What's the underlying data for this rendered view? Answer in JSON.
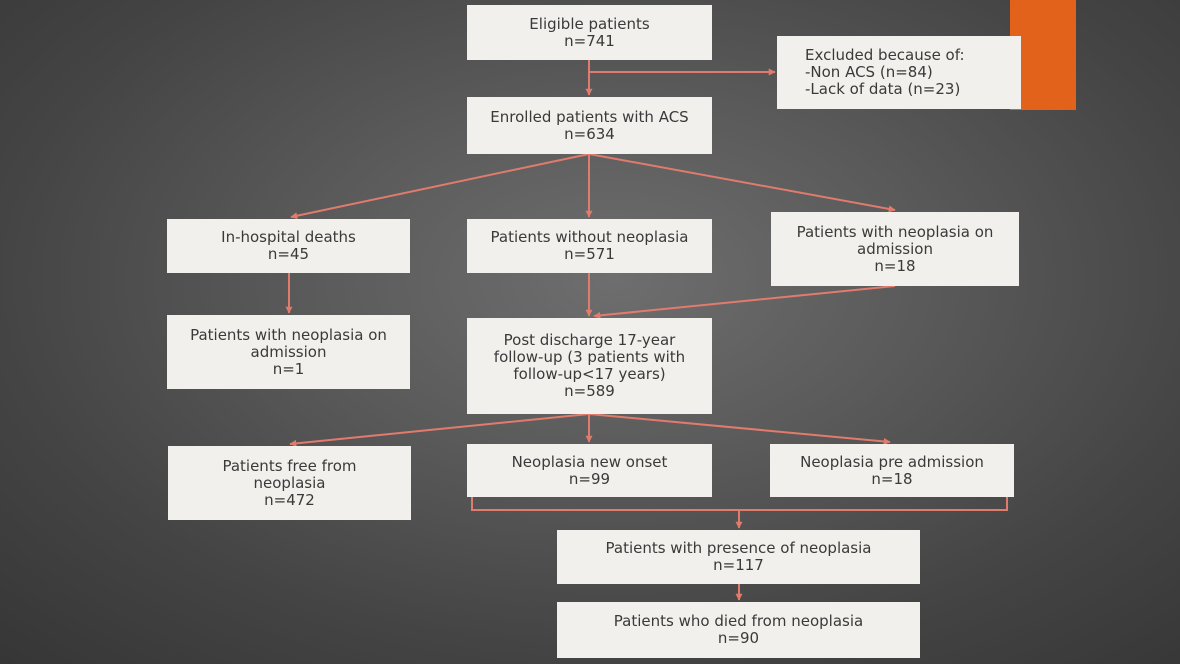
{
  "colors": {
    "accent": "#e2621b",
    "connector": "#e07b6d",
    "box_fill": "#f2f0ed",
    "box_text": "#3a3a3a"
  },
  "boxes": {
    "eligible": {
      "line1": "Eligible patients",
      "line2": "n=741"
    },
    "excluded": {
      "line1": "Excluded because of:",
      "line2": "-Non ACS (n=84)",
      "line3": "-Lack of data (n=23)"
    },
    "enrolled": {
      "line1": "Enrolled patients with ACS",
      "line2": "n=634"
    },
    "inhospital_deaths": {
      "line1": "In-hospital deaths",
      "line2": "n=45"
    },
    "without_neoplasia": {
      "line1": "Patients without neoplasia",
      "line2": "n=571"
    },
    "neoplasia_admission": {
      "line1": "Patients with neoplasia on",
      "line2": "admission",
      "line3": "n=18"
    },
    "deaths_neoplasia_admission": {
      "line1": "Patients with neoplasia on",
      "line2": "admission",
      "line3": "n=1"
    },
    "followup": {
      "line1": "Post discharge 17-year",
      "line2": "follow-up (3 patients with",
      "line3": "follow-up<17 years)",
      "line4": "n=589"
    },
    "free_neoplasia": {
      "line1": "Patients free from",
      "line2": "neoplasia",
      "line3": "n=472"
    },
    "new_onset": {
      "line1": "Neoplasia new onset",
      "line2": "n=99"
    },
    "pre_admission": {
      "line1": "Neoplasia pre admission",
      "line2": "n=18"
    },
    "presence_neoplasia": {
      "line1": "Patients with presence of neoplasia",
      "line2": "n=117"
    },
    "died_neoplasia": {
      "line1": "Patients who died from neoplasia",
      "line2": "n=90"
    }
  }
}
